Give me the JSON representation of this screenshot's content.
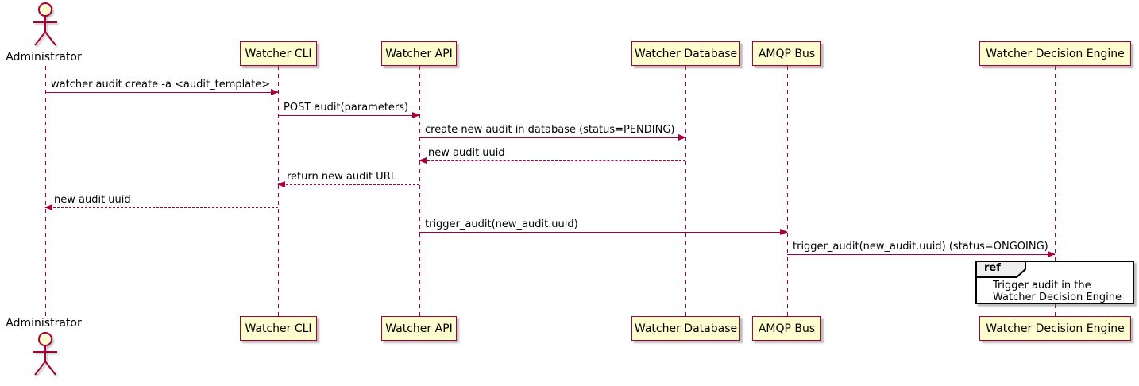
{
  "diagram": {
    "participants": [
      {
        "name": "Administrator",
        "type": "actor"
      },
      {
        "name": "Watcher CLI",
        "type": "participant"
      },
      {
        "name": "Watcher API",
        "type": "participant"
      },
      {
        "name": "Watcher Database",
        "type": "participant"
      },
      {
        "name": "AMQP Bus",
        "type": "participant"
      },
      {
        "name": "Watcher Decision Engine",
        "type": "participant"
      }
    ],
    "messages": [
      {
        "from": "Administrator",
        "to": "Watcher CLI",
        "text": "watcher audit create -a <audit_template>",
        "line": "solid",
        "direction": "right"
      },
      {
        "from": "Watcher CLI",
        "to": "Watcher API",
        "text": "POST audit(parameters)",
        "line": "solid",
        "direction": "right"
      },
      {
        "from": "Watcher API",
        "to": "Watcher Database",
        "text": "create new audit in database (status=PENDING)",
        "line": "solid",
        "direction": "right"
      },
      {
        "from": "Watcher Database",
        "to": "Watcher API",
        "text": "new audit uuid",
        "line": "dashed",
        "direction": "left"
      },
      {
        "from": "Watcher API",
        "to": "Watcher CLI",
        "text": "return new audit URL",
        "line": "dashed",
        "direction": "left"
      },
      {
        "from": "Watcher CLI",
        "to": "Administrator",
        "text": "new audit uuid",
        "line": "dashed",
        "direction": "left"
      },
      {
        "from": "Watcher API",
        "to": "AMQP Bus",
        "text": "trigger_audit(new_audit.uuid)",
        "line": "solid",
        "direction": "right"
      },
      {
        "from": "AMQP Bus",
        "to": "Watcher Decision Engine",
        "text": "trigger_audit(new_audit.uuid) (status=ONGOING)",
        "line": "solid",
        "direction": "right"
      }
    ],
    "ref_fragment": {
      "tag": "ref",
      "line1": "Trigger audit in the",
      "line2": "Watcher Decision Engine",
      "over": "Watcher Decision Engine"
    },
    "colors": {
      "participant_fill": "#FEFECE",
      "accent": "#A80036",
      "text": "#000000",
      "ref_tag_fill": "#EEEEEE",
      "ref_border": "#000000",
      "background": "#FFFFFF"
    }
  }
}
